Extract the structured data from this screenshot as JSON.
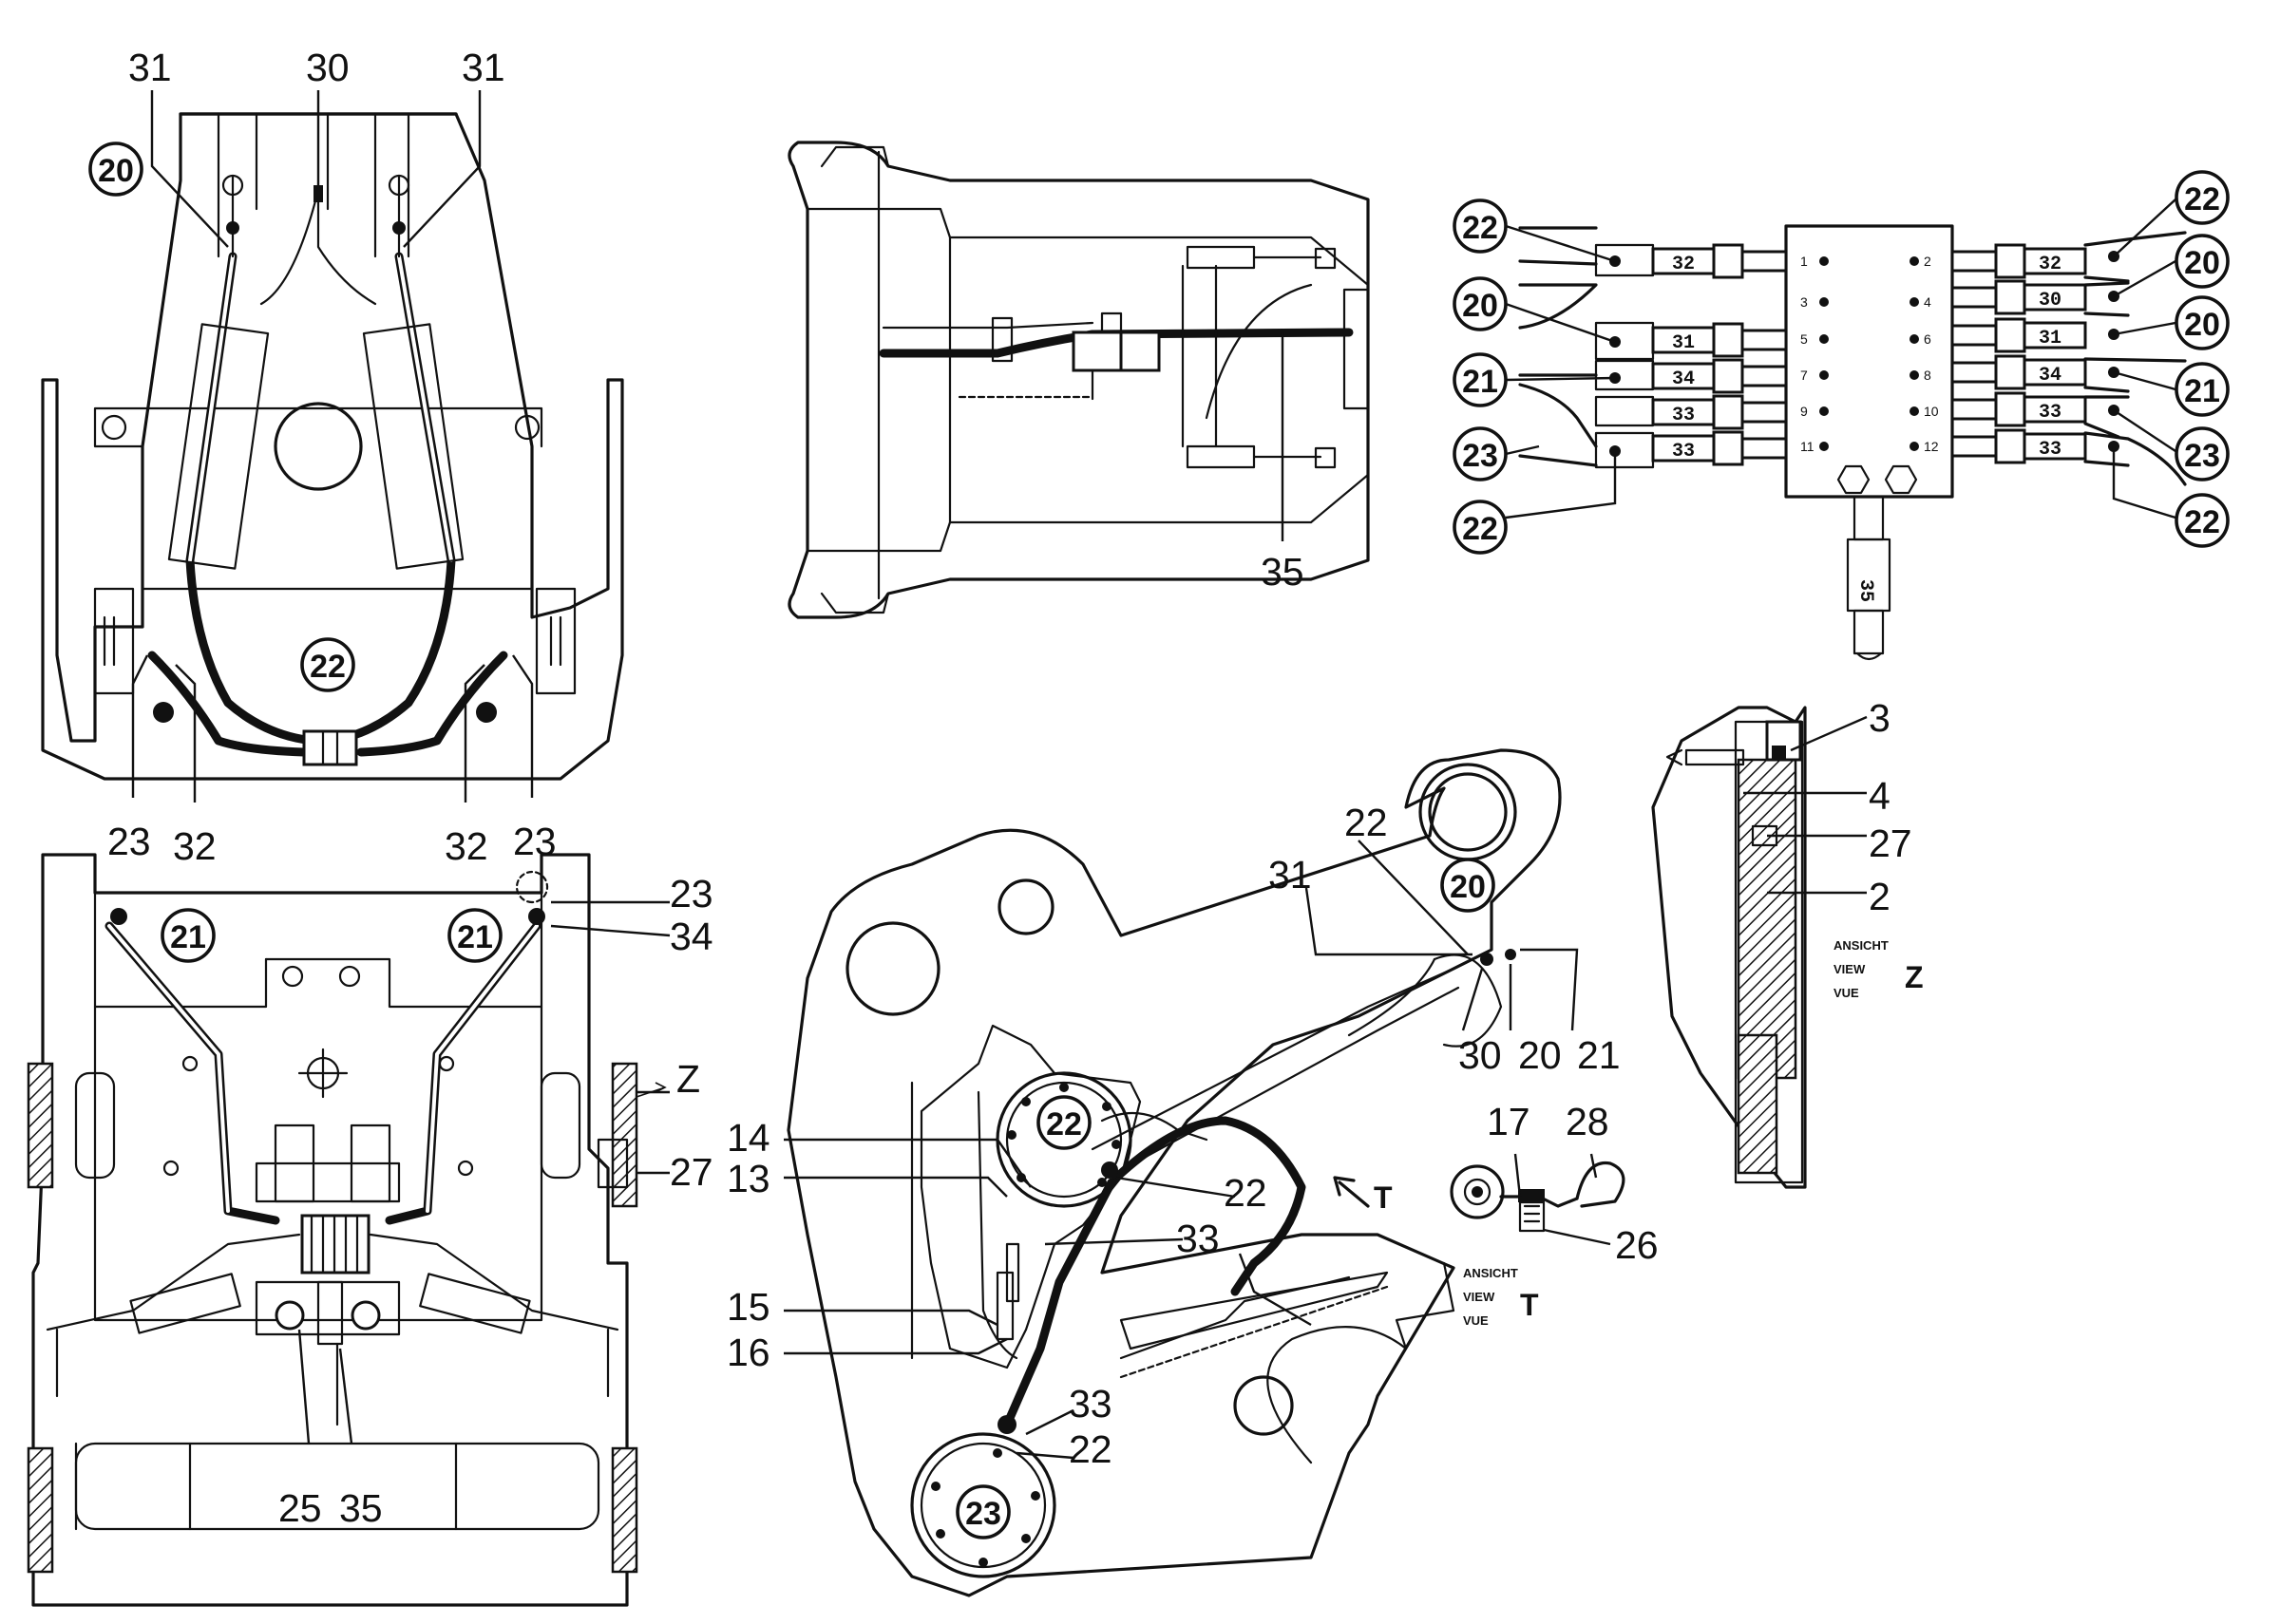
{
  "panels": {
    "top_left": {
      "circles": [
        "20",
        "22"
      ],
      "labels": [
        "31",
        "30",
        "31",
        "23",
        "32",
        "32",
        "23"
      ]
    },
    "bottom_left": {
      "circles": [
        "21",
        "21"
      ],
      "labels": [
        "23",
        "34",
        "Z",
        "27",
        "25",
        "35"
      ]
    },
    "top_middle": {
      "labels": [
        "35"
      ]
    },
    "manifold": {
      "circles_left": [
        "22",
        "20",
        "21",
        "23",
        "22"
      ],
      "circles_right": [
        "22",
        "20",
        "20",
        "21",
        "23",
        "22"
      ],
      "hose_tags_left": [
        "32",
        "31",
        "34",
        "33",
        "33"
      ],
      "hose_tags_right": [
        "32",
        "30",
        "31",
        "34",
        "33",
        "33"
      ],
      "ports_left": [
        "1",
        "3",
        "5",
        "7",
        "9",
        "11"
      ],
      "ports_right": [
        "2",
        "4",
        "6",
        "8",
        "10",
        "12"
      ],
      "stem_tag": "35"
    },
    "center": {
      "circles": [
        "20",
        "22",
        "23"
      ],
      "labels": [
        "22",
        "31",
        "30",
        "20",
        "21",
        "14",
        "13",
        "22",
        "33",
        "15",
        "16",
        "33",
        "22"
      ],
      "arrow_label": "T"
    },
    "view_z": {
      "labels": [
        "3",
        "4",
        "27",
        "2"
      ],
      "caption": [
        "ANSICHT",
        "VIEW",
        "VUE"
      ],
      "letter": "Z"
    },
    "view_t": {
      "labels": [
        "17",
        "28",
        "26"
      ],
      "caption": [
        "ANSICHT",
        "VIEW",
        "VUE"
      ],
      "letter": "T"
    }
  }
}
